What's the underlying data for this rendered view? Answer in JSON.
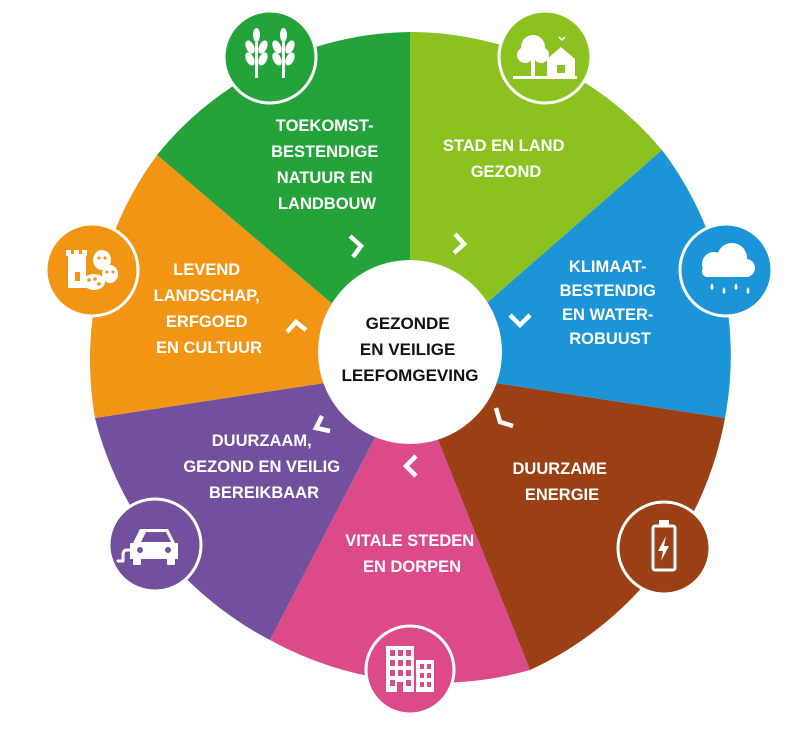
{
  "center": {
    "lines": [
      "GEZONDE",
      "EN VEILIGE",
      "LEEFOMGEVING"
    ]
  },
  "segments": [
    {
      "id": "natuur",
      "color": "#25a33b",
      "icon": "wheat-icon",
      "lines": [
        "TOEKOMST-",
        "BESTENDIGE",
        "NATUUR EN",
        "LANDBOUW"
      ]
    },
    {
      "id": "stad-land",
      "color": "#8cc21f",
      "icon": "tree-house-icon",
      "lines": [
        "STAD EN LAND",
        "GEZOND"
      ]
    },
    {
      "id": "klimaat",
      "color": "#1b95d8",
      "icon": "rain-cloud-icon",
      "lines": [
        "KLIMAAT-",
        "BESTENDIG",
        "EN WATER-",
        "ROBUUST"
      ]
    },
    {
      "id": "energie",
      "color": "#9b3f14",
      "icon": "battery-icon",
      "lines": [
        "DUURZAME",
        "ENERGIE"
      ]
    },
    {
      "id": "steden",
      "color": "#dd4a8a",
      "icon": "buildings-icon",
      "lines": [
        "VITALE STEDEN",
        "EN DORPEN"
      ]
    },
    {
      "id": "bereikbaar",
      "color": "#73509d",
      "icon": "electric-car-icon",
      "lines": [
        "DUURZAAM,",
        "GEZOND EN VEILIG",
        "BEREIKBAAR"
      ]
    },
    {
      "id": "landschap",
      "color": "#f29514",
      "icon": "culture-heritage-icon",
      "lines": [
        "LEVEND",
        "LANDSCHAP,",
        "ERFGOED",
        "EN CULTUUR"
      ]
    }
  ]
}
